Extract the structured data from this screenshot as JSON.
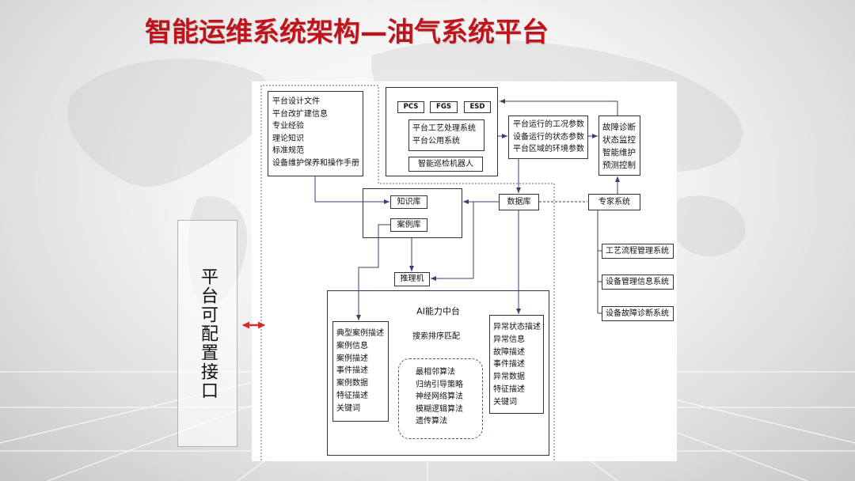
{
  "slide": {
    "title": "智能运维系统架构—油气系统平台",
    "side_panel_label": "平台可配置接口"
  },
  "diagram": {
    "design_sources": [
      "平台设计文件",
      "平台改扩建信息",
      "专业经验",
      "理论知识",
      "标准规范",
      "设备维护保养和操作手册"
    ],
    "control_systems": [
      "PCS",
      "FGS",
      "ESD"
    ],
    "platform_systems": [
      "平台工艺处理系统",
      "平台公用系统"
    ],
    "inspection_robot": "智能巡检机器人",
    "operating_parameters": [
      "平台运行的工况参数",
      "设备运行的状态参数",
      "平台区域的环境参数"
    ],
    "smart_functions": [
      "故障诊断",
      "状态监控",
      "智能维护",
      "预测控制"
    ],
    "knowledge_base": "知识库",
    "case_base": "案例库",
    "database": "数据库",
    "expert_system": "专家系统",
    "inference_engine": "推理机",
    "external_systems": [
      "工艺流程管理系统",
      "设备管理信息系统",
      "设备故障诊断系统"
    ],
    "ai_platform": {
      "title": "AI能力中台",
      "case_features": [
        "典型案例描述",
        "案例信息",
        "案例描述",
        "事件描述",
        "案例数据",
        "特征描述",
        "关键词"
      ],
      "matching_label": "搜索排序匹配",
      "algorithms": [
        "最相邻算法",
        "归纳引导策略",
        "神经网络算法",
        "模糊逻辑算法",
        "遗传算法"
      ],
      "anomaly_features": [
        "异常状态描述",
        "异常信息",
        "故障描述",
        "事件描述",
        "异常数据",
        "特征描述",
        "关键词"
      ]
    }
  },
  "colors": {
    "title": "#c0141c",
    "interface_arrow": "#d42a2a",
    "connector": "#3b3f6e",
    "boundary": "#5a60a8"
  }
}
